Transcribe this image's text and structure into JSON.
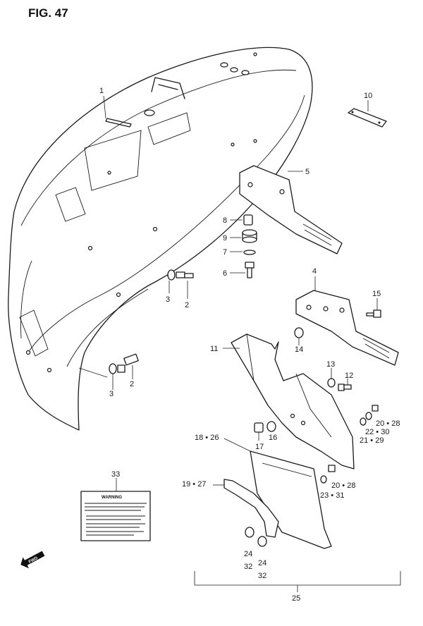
{
  "figure": {
    "title": "FIG. 47"
  },
  "callouts": {
    "c1": "1",
    "c2a": "2",
    "c2b": "2",
    "c3a": "3",
    "c3b": "3",
    "c4": "4",
    "c5": "5",
    "c6": "6",
    "c7": "7",
    "c8": "8",
    "c9": "9",
    "c10": "10",
    "c11": "11",
    "c12": "12",
    "c13": "13",
    "c14": "14",
    "c15": "15",
    "c16": "16",
    "c17": "17",
    "c1826": "18 • 26",
    "c1927": "19 • 27",
    "c2028a": "20 • 28",
    "c2028b": "20 • 28",
    "c2230": "22 • 30",
    "c2129": "21 • 29",
    "c2331": "23 • 31",
    "c24a": "24",
    "c24b": "24",
    "c32a": "32",
    "c32b": "32",
    "c25": "25",
    "c33": "33"
  },
  "warning_label": {
    "heading": "WARNING"
  },
  "fwd_marker": {
    "label": "FWD"
  }
}
